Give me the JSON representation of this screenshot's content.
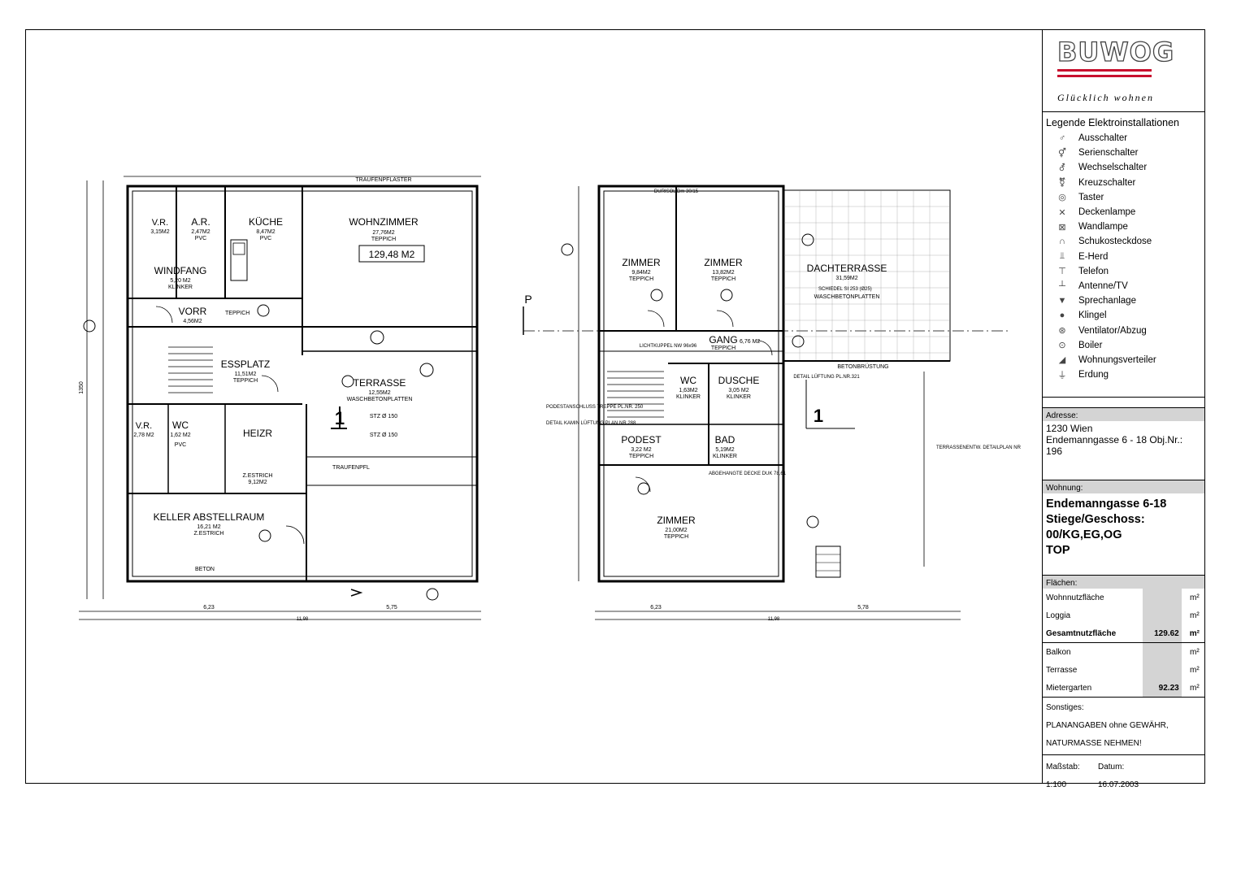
{
  "brand": {
    "logo": "BUWOG",
    "slogan": "Glücklich wohnen"
  },
  "legend": {
    "title": "Legende Elektroinstallationen",
    "items": [
      {
        "label": "Ausschalter",
        "icon": "switch-icon"
      },
      {
        "label": "Serienschalter",
        "icon": "series-switch-icon"
      },
      {
        "label": "Wechselschalter",
        "icon": "changeover-switch-icon"
      },
      {
        "label": "Kreuzschalter",
        "icon": "cross-switch-icon"
      },
      {
        "label": "Taster",
        "icon": "push-button-icon"
      },
      {
        "label": "Deckenlampe",
        "icon": "ceiling-lamp-icon"
      },
      {
        "label": "Wandlampe",
        "icon": "wall-lamp-icon"
      },
      {
        "label": "Schukosteckdose",
        "icon": "socket-icon"
      },
      {
        "label": "E-Herd",
        "icon": "stove-icon"
      },
      {
        "label": "Telefon",
        "icon": "phone-icon"
      },
      {
        "label": "Antenne/TV",
        "icon": "antenna-icon"
      },
      {
        "label": "Sprechanlage",
        "icon": "intercom-icon"
      },
      {
        "label": "Klingel",
        "icon": "bell-icon"
      },
      {
        "label": "Ventilator/Abzug",
        "icon": "fan-icon"
      },
      {
        "label": "Boiler",
        "icon": "boiler-icon"
      },
      {
        "label": "Wohnungsverteiler",
        "icon": "distributor-icon"
      },
      {
        "label": "Erdung",
        "icon": "ground-icon"
      }
    ]
  },
  "adresse": {
    "head": "Adresse:",
    "line1": "1230 Wien",
    "line2": "Endemanngasse 6 - 18 Obj.Nr.:",
    "line3": "196"
  },
  "wohnung": {
    "head": "Wohnung:",
    "line1": "Endemanngasse 6-18",
    "line2": "Stiege/Geschoss:",
    "line3": "00/KG,EG,OG",
    "line4": "TOP"
  },
  "flaechen": {
    "head": "Flächen:",
    "rows": [
      {
        "label": "Wohnnutzfläche",
        "value": "",
        "unit": "m²"
      },
      {
        "label": "Loggia",
        "value": "",
        "unit": "m²"
      },
      {
        "label": "Gesamtnutzfläche",
        "value": "129.62",
        "unit": "m²"
      },
      {
        "label": "Balkon",
        "value": "",
        "unit": "m²"
      },
      {
        "label": "Terrasse",
        "value": "",
        "unit": "m²"
      },
      {
        "label": "Mietergarten",
        "value": "92.23",
        "unit": "m²"
      }
    ]
  },
  "sonstiges": {
    "head": "Sonstiges:",
    "line1": "PLANANGABEN ohne GEWÄHR,",
    "line2": "NATURMASSE NEHMEN!"
  },
  "meta": {
    "massstab_label": "Maßstab:",
    "datum_label": "Datum:",
    "massstab": "1:100",
    "datum": "16.07.2003"
  },
  "plan_eg": {
    "total_area": "129,48 M2",
    "rooms": [
      {
        "name": "WOHNZIMMER",
        "area": "27,76M2",
        "floor": "TEPPICH"
      },
      {
        "name": "KÜCHE",
        "area": "8,47M2",
        "floor": "PVC"
      },
      {
        "name": "A.R.",
        "area": "2,47M2",
        "floor": "PVC"
      },
      {
        "name": "V.R.",
        "area": "3,15M2"
      },
      {
        "name": "WINDFANG",
        "area": "5,20 M2",
        "floor": "KLINKER"
      },
      {
        "name": "VORR",
        "area": "4,56M2",
        "floor": "TEPPICH"
      },
      {
        "name": "ESSPLATZ",
        "area": "11,51M2",
        "floor": "TEPPICH"
      },
      {
        "name": "TERRASSE",
        "area": "12,55M2",
        "floor": "WASCHBETONPLATTEN"
      },
      {
        "name": "V.R.",
        "area": "2,78 M2"
      },
      {
        "name": "WC",
        "area": "1,62 M2",
        "floor": "PVC"
      },
      {
        "name": "HEIZR",
        "area": "9,12M2",
        "floor": "Z.ESTRICH"
      },
      {
        "name": "KELLER ABSTELLRAUM",
        "area": "16,21 M2",
        "floor": "Z.ESTRICH"
      }
    ],
    "dims_bottom": [
      "6,23",
      "5,75",
      "11,98"
    ],
    "labels": {
      "traufe": "TRAUFENPFLASTER",
      "beton": "BETON",
      "pflaster": "TRAUFENPFL",
      "stz1": "STZ Ø 150",
      "stz2": "STZ Ø 150",
      "left_dim": "1350",
      "marker": "1",
      "marker2": "P"
    }
  },
  "plan_og": {
    "rooms": [
      {
        "name": "ZIMMER",
        "area": "9,84M2",
        "floor": "TEPPICH"
      },
      {
        "name": "ZIMMER",
        "area": "13,82M2",
        "floor": "TEPPICH"
      },
      {
        "name": "GANG",
        "area": "6,76 M2",
        "floor": "TEPPICH"
      },
      {
        "name": "WC",
        "area": "1,63M2",
        "floor": "KLINKER"
      },
      {
        "name": "DUSCHE",
        "area": "3,05 M2",
        "floor": "KLINKER"
      },
      {
        "name": "PODEST",
        "area": "3,22 M2",
        "floor": "TEPPICH"
      },
      {
        "name": "BAD",
        "area": "5,19M2",
        "floor": "KLINKER"
      },
      {
        "name": "ZIMMER",
        "area": "21,00M2",
        "floor": "TEPPICH"
      },
      {
        "name": "DACHTERRASSE",
        "area": "31,59M2",
        "floor": "WASCHBETONPLATTEN"
      }
    ],
    "dims_bottom": [
      "6,23",
      "5,78",
      "11,98"
    ],
    "labels": {
      "lichtkuppel": "LICHTKUPPEL NW 96x96",
      "betonbruestung": "BETONBRÜSTUNG",
      "detail": "DETAIL LÜFTUNG PL.NR.321",
      "podest": "PODESTANSCHLUSS TREPPE PL.NR. 250",
      "kamin": "DETAIL KAMIN LÜFTUNG PLAN NR 288",
      "decke": "ABGEHANGTE DECKE DUK 78,61",
      "terrassen": "TERRASSENENTW. DETAILPLAN NR",
      "marker": "1",
      "schiedel": "SCHIEDEL SI 253 (Ø25)",
      "durisol": "DURISOL Dm 30/15"
    }
  }
}
